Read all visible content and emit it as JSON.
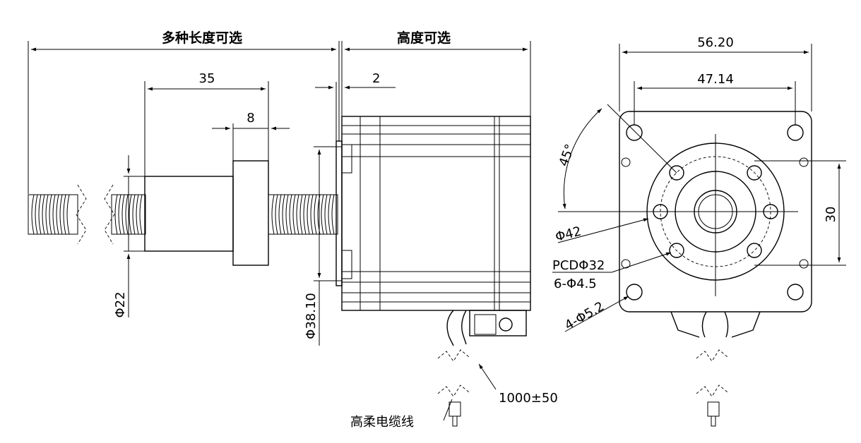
{
  "labels": {
    "length_choice": "多种长度可选",
    "height_choice": "高度可选",
    "dim_35": "35",
    "dim_8": "8",
    "dim_2": "2",
    "dim_phi22": "Φ22",
    "dim_phi38": "Φ38.10",
    "dim_56": "56.20",
    "dim_47": "47.14",
    "dim_30": "30",
    "angle_45": "45°",
    "phi42": "Φ42",
    "pcd": "PCDΦ32",
    "holes_6": "6-Φ4.5",
    "holes_4": "4-Φ5.2",
    "cable_length": "1000±50",
    "cable_label": "高柔电缆线"
  }
}
